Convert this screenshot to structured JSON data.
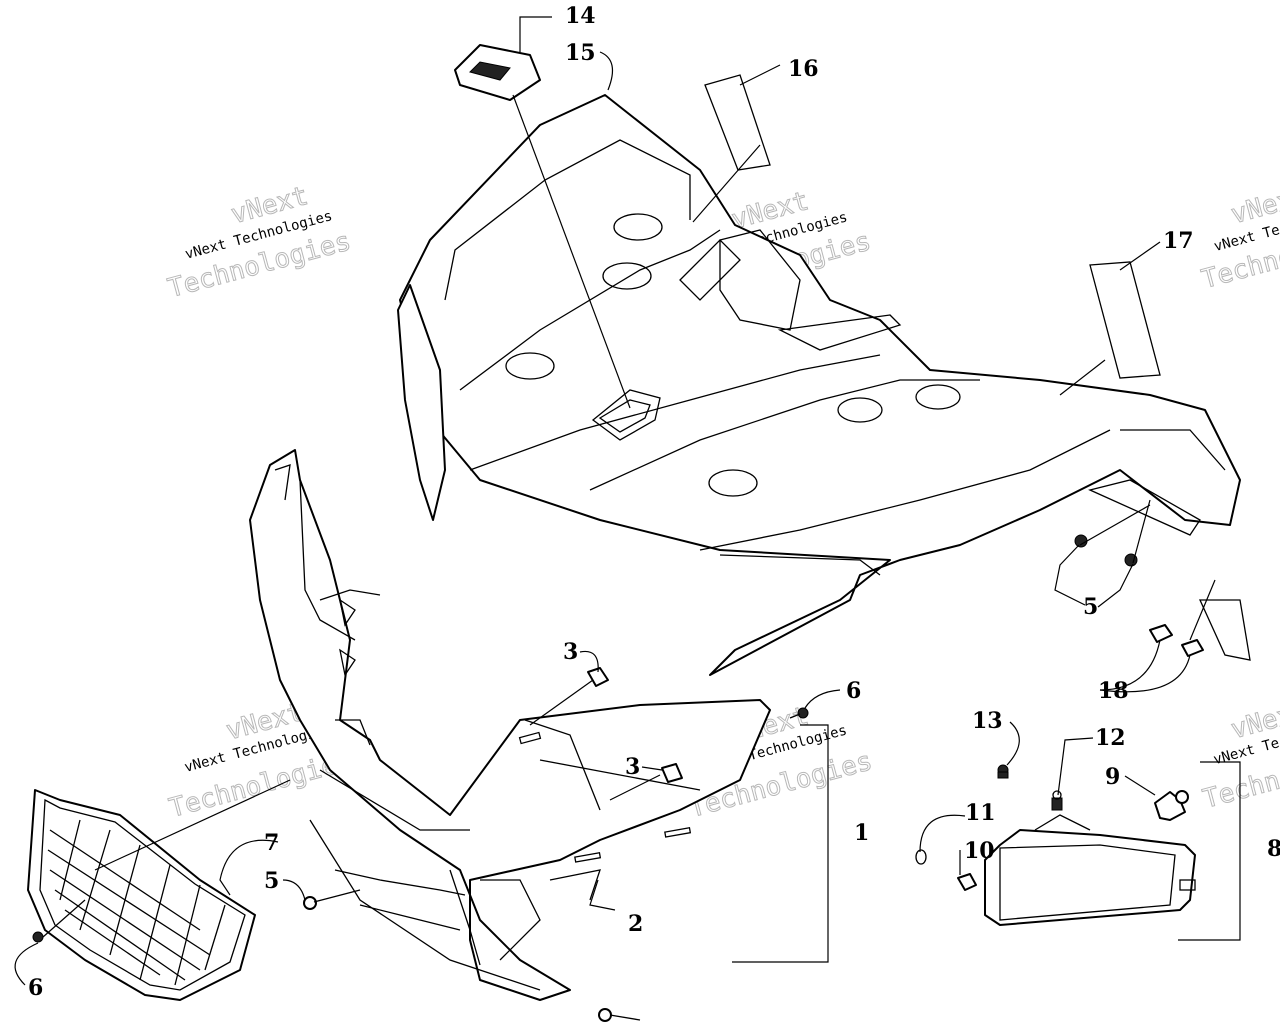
{
  "watermark": {
    "line_small": "vNext Technologies",
    "line_big_1": "vNext",
    "line_big_2": "Technologies"
  },
  "callouts": [
    "14",
    "15",
    "16",
    "17",
    "3",
    "6",
    "1",
    "2",
    "7",
    "5",
    "6",
    "3",
    "13",
    "12",
    "9",
    "11",
    "10",
    "8",
    "5",
    "18"
  ]
}
